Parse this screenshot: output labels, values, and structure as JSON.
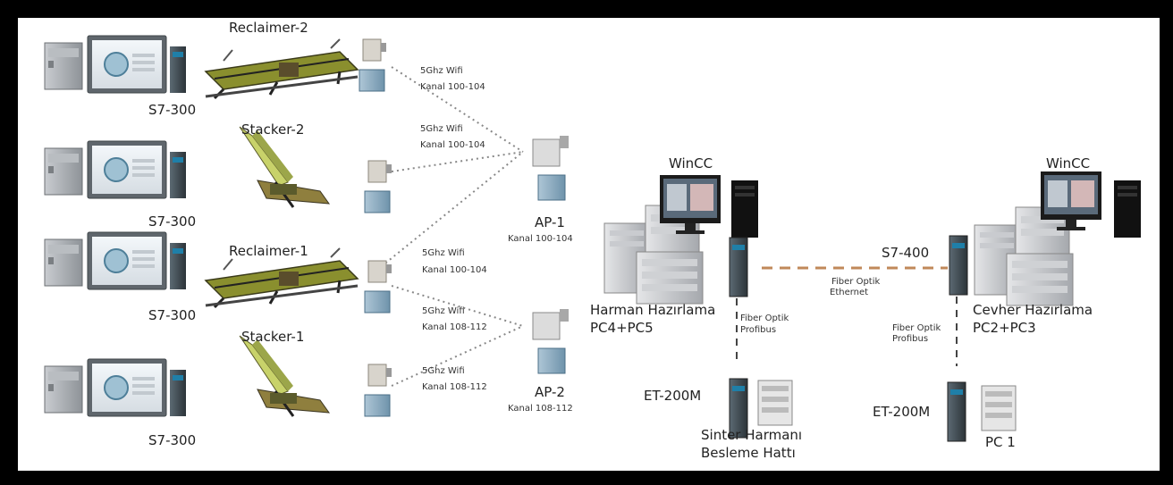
{
  "machines": {
    "reclaimer2": "Reclaimer-2",
    "stacker2": "Stacker-2",
    "reclaimer1": "Reclaimer-1",
    "stacker1": "Stacker-1"
  },
  "plc_label": "S7-300",
  "wifi_links": [
    {
      "band": "5Ghz Wifi",
      "channel": "Kanal 100-104"
    },
    {
      "band": "5Ghz Wifi",
      "channel": "Kanal 100-104"
    },
    {
      "band": "5Ghz Wifi",
      "channel": "Kanal 100-104"
    },
    {
      "band": "5Ghz Wifi",
      "channel": "Kanal 108-112"
    },
    {
      "band": "5Ghz Wifi",
      "channel": "Kanal 108-112"
    }
  ],
  "access_points": [
    {
      "name": "AP-1",
      "channel": "Kanal 100-104"
    },
    {
      "name": "AP-2",
      "channel": "Kanal 108-112"
    }
  ],
  "left_station": {
    "wincc": "WinCC",
    "name": "Harman Hazırlama",
    "pcs": "PC4+PC5",
    "profibus_1": "Fiber Optik",
    "profibus_2": "Profibus",
    "et": "ET-200M",
    "sub_1": "Sinter Harmanı",
    "sub_2": "Besleme Hattı"
  },
  "link": {
    "line1": "Fiber Optik",
    "line2": "Ethernet"
  },
  "right_station": {
    "wincc": "WinCC",
    "s7": "S7-400",
    "name": "Cevher Hazırlama",
    "pcs": "PC2+PC3",
    "profibus_1": "Fiber Optik",
    "profibus_2": "Profibus",
    "et": "ET-200M",
    "pc1": "PC 1"
  },
  "colors": {
    "fiber_ethernet": "#c0895a",
    "dotted": "#888888"
  }
}
